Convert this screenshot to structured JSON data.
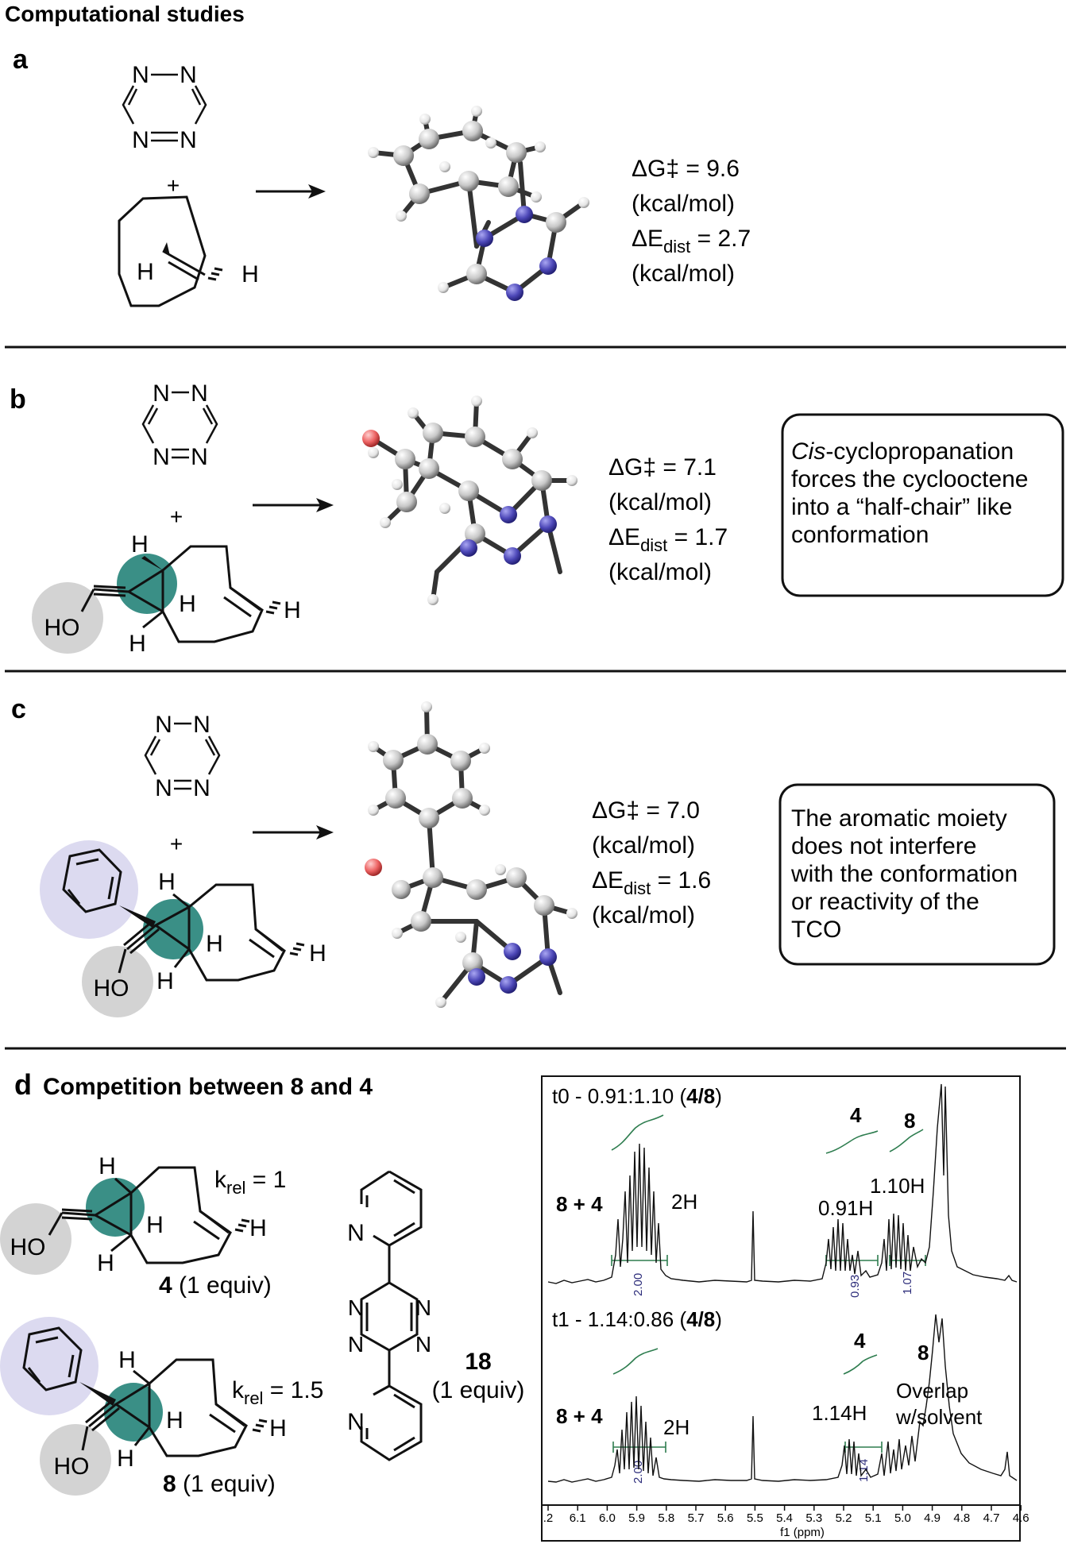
{
  "figure_title": "Computational studies",
  "panels": [
    {
      "label": "a",
      "energy": {
        "dg": "ΔG‡ = 9.6",
        "unit1": "(kcal/mol)",
        "de": "ΔE",
        "de_sub": "dist",
        "de_val": " = 2.7",
        "unit2": "(kcal/mol)"
      },
      "structure": {
        "atoms": [
          "N",
          "N",
          "N",
          "N",
          "H",
          "H"
        ]
      }
    },
    {
      "label": "b",
      "energy": {
        "dg": "ΔG‡ = 7.1",
        "unit1": "(kcal/mol)",
        "de": "ΔE",
        "de_sub": "dist",
        "de_val": " = 1.7",
        "unit2": "(kcal/mol)"
      },
      "note": {
        "italic": "Cis",
        "line1_rest": "-cyclopropanation",
        "line2": "forces the cyclooctene",
        "line3": "into a “half-chair” like",
        "line4": "conformation"
      },
      "structure": {
        "atoms": [
          "N",
          "N",
          "N",
          "N",
          "H",
          "H",
          "H",
          "H",
          "HO"
        ]
      }
    },
    {
      "label": "c",
      "energy": {
        "dg": "ΔG‡ = 7.0",
        "unit1": "(kcal/mol)",
        "de": "ΔE",
        "de_sub": "dist",
        "de_val": " = 1.6",
        "unit2": "(kcal/mol)"
      },
      "note": {
        "line1": "The aromatic moiety",
        "line2": "does not interfere",
        "line3": "with the conformation",
        "line4": "or reactivity of the",
        "line5": "TCO"
      },
      "structure": {
        "atoms": [
          "N",
          "N",
          "N",
          "N",
          "H",
          "H",
          "H",
          "H",
          "HO"
        ]
      }
    }
  ],
  "panel_d": {
    "label": "d",
    "title": "Competition between 8 and 4",
    "compound4": {
      "label_bold": "4",
      "label_rest": " (1 equiv)",
      "k": "k",
      "k_sub": "rel",
      "k_val": " = 1",
      "atoms": [
        "H",
        "H",
        "H",
        "H",
        "HO"
      ]
    },
    "compound8": {
      "label_bold": "8",
      "label_rest": " (1 equiv)",
      "k": "k",
      "k_sub": "rel",
      "k_val": " = 1.5",
      "atoms": [
        "H",
        "H",
        "H",
        "H",
        "HO"
      ]
    },
    "compound18": {
      "label_bold": "18",
      "label_rest": "(1 equiv)",
      "atoms": [
        "N",
        "N",
        "N",
        "N",
        "N",
        "N"
      ]
    },
    "nmr": {
      "t0": {
        "label_pre": "t0 - 0.91:1.10 (",
        "label_bold": "4/8",
        "label_post": ")",
        "peak_84": "8 + 4",
        "h2": "2H",
        "c4": "4",
        "c8": "8",
        "h091": "0.91H",
        "h110": "1.10H",
        "int1": "2.00",
        "int2": "0.93",
        "int3": "1.07"
      },
      "t1": {
        "label_pre": "t1 - 1.14:0.86 (",
        "label_bold": "4/8",
        "label_post": ")",
        "peak_84": "8 + 4",
        "h2": "2H",
        "c4": "4",
        "c8": "8",
        "h114": "1.14H",
        "overlap1": "Overlap",
        "overlap2": "w/solvent",
        "int1": "2.00",
        "int2": "1.14"
      },
      "axis_ticks": [
        ".2",
        "6.1",
        "6.0",
        "5.9",
        "5.8",
        "5.7",
        "5.6",
        "5.5",
        "5.4",
        "5.3",
        "5.2",
        "5.1",
        "5.0",
        "4.9",
        "4.8",
        "4.7",
        "4.6"
      ],
      "axis_label": "f1 (ppm)"
    }
  }
}
